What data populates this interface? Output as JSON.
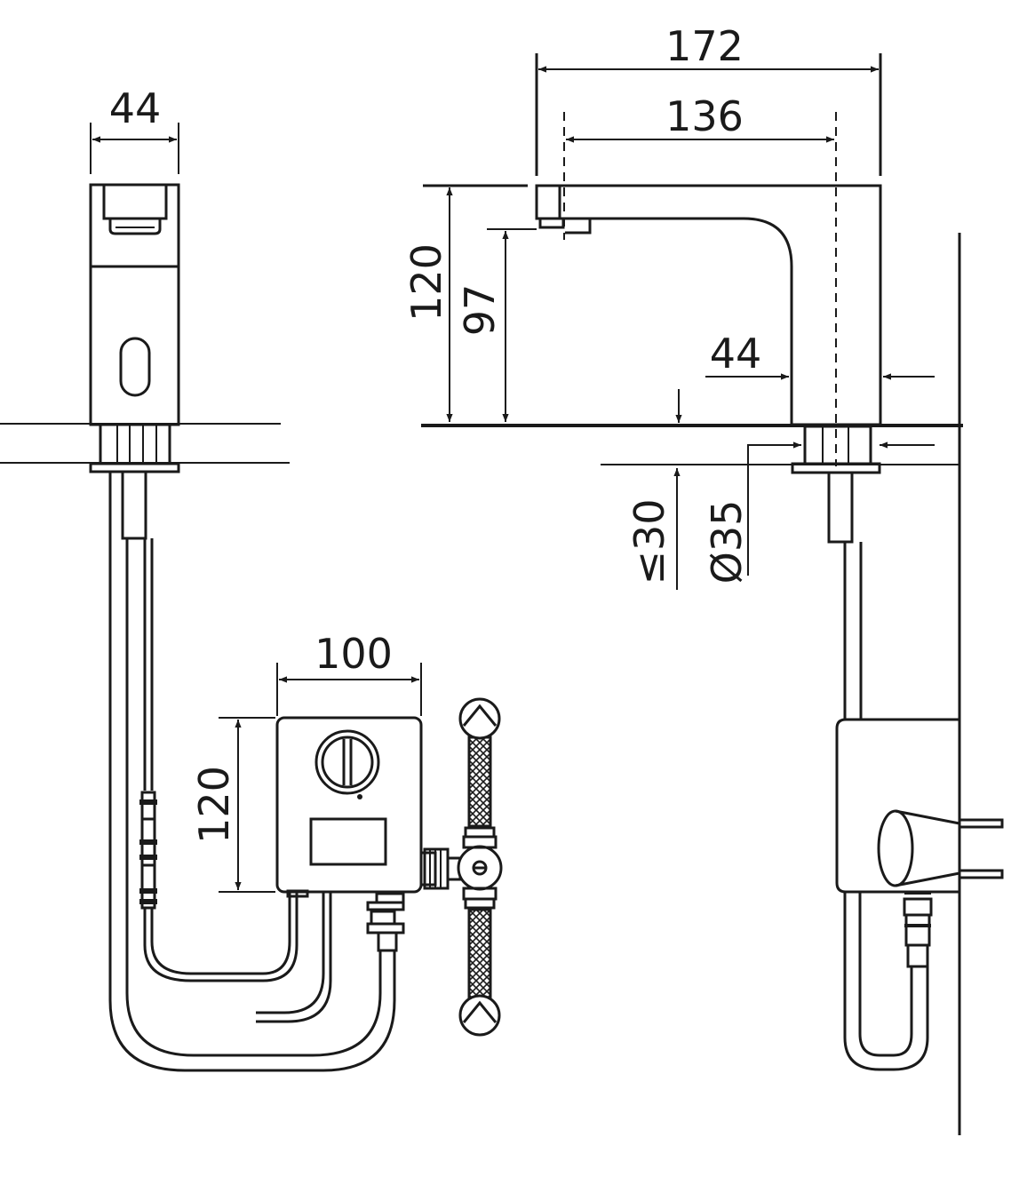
{
  "dimensions": {
    "front_width": "44",
    "overall_length": "172",
    "spout_reach": "136",
    "overall_height": "120",
    "outlet_height": "97",
    "body_width": "44",
    "mounting_thickness": "≤30",
    "hole_diameter": "Ø35",
    "box_width": "100",
    "box_height": "120"
  }
}
